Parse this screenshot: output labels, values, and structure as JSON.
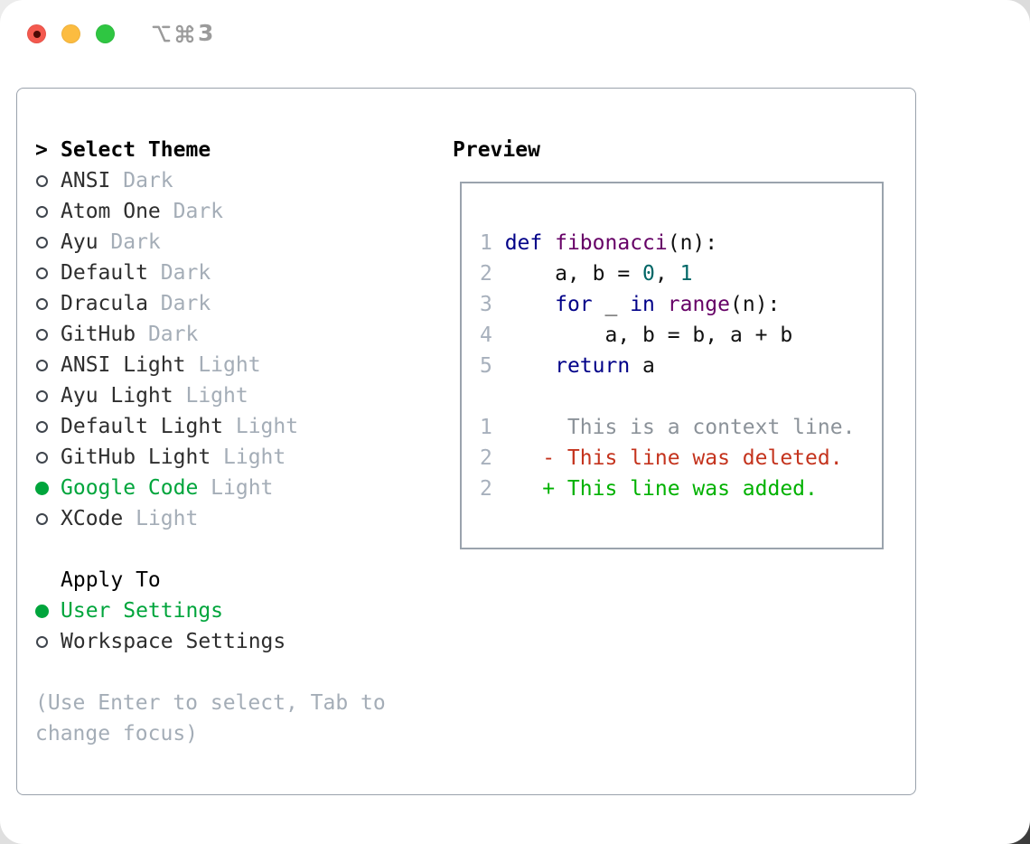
{
  "window": {
    "title_shortcut_number": "3",
    "title_icons": [
      "option-icon",
      "command-icon"
    ]
  },
  "sidebar": {
    "header": {
      "marker": ">",
      "label": "Select Theme"
    },
    "themes": [
      {
        "name": "ANSI",
        "variant": "Dark",
        "selected": false
      },
      {
        "name": "Atom One",
        "variant": "Dark",
        "selected": false
      },
      {
        "name": "Ayu",
        "variant": "Dark",
        "selected": false
      },
      {
        "name": "Default",
        "variant": "Dark",
        "selected": false
      },
      {
        "name": "Dracula",
        "variant": "Dark",
        "selected": false
      },
      {
        "name": "GitHub",
        "variant": "Dark",
        "selected": false
      },
      {
        "name": "ANSI Light",
        "variant": "Light",
        "selected": false
      },
      {
        "name": "Ayu Light",
        "variant": "Light",
        "selected": false
      },
      {
        "name": "Default Light",
        "variant": "Light",
        "selected": false
      },
      {
        "name": "GitHub Light",
        "variant": "Light",
        "selected": false
      },
      {
        "name": "Google Code",
        "variant": "Light",
        "selected": true
      },
      {
        "name": "XCode",
        "variant": "Light",
        "selected": false
      }
    ],
    "apply_to": {
      "label": "Apply To",
      "options": [
        {
          "label": "User Settings",
          "selected": true
        },
        {
          "label": "Workspace Settings",
          "selected": false
        }
      ]
    },
    "hint_lines": [
      "(Use Enter to select, Tab to",
      "change focus)"
    ]
  },
  "preview": {
    "label": "Preview",
    "code_lines": [
      {
        "num": "1",
        "segments": [
          {
            "t": " ",
            "c": "plain"
          },
          {
            "t": "def",
            "c": "kw"
          },
          {
            "t": " ",
            "c": "plain"
          },
          {
            "t": "fibonacci",
            "c": "fn"
          },
          {
            "t": "(n):",
            "c": "plain"
          }
        ]
      },
      {
        "num": "2",
        "segments": [
          {
            "t": "     a, b = ",
            "c": "plain"
          },
          {
            "t": "0",
            "c": "lit"
          },
          {
            "t": ", ",
            "c": "plain"
          },
          {
            "t": "1",
            "c": "lit"
          }
        ]
      },
      {
        "num": "3",
        "segments": [
          {
            "t": "     ",
            "c": "plain"
          },
          {
            "t": "for",
            "c": "kw"
          },
          {
            "t": " _ ",
            "c": "plain"
          },
          {
            "t": "in",
            "c": "kw"
          },
          {
            "t": " ",
            "c": "plain"
          },
          {
            "t": "range",
            "c": "fn"
          },
          {
            "t": "(n):",
            "c": "plain"
          }
        ]
      },
      {
        "num": "4",
        "segments": [
          {
            "t": "         a, b = b, a + b",
            "c": "plain"
          }
        ]
      },
      {
        "num": "5",
        "segments": [
          {
            "t": "     ",
            "c": "plain"
          },
          {
            "t": "return",
            "c": "kw"
          },
          {
            "t": " a",
            "c": "plain"
          }
        ]
      },
      {
        "num": "",
        "segments": []
      },
      {
        "num": "1",
        "segments": [
          {
            "t": "      This is a context line.",
            "c": "ctx"
          }
        ]
      },
      {
        "num": "2",
        "segments": [
          {
            "t": "    - This line was deleted.",
            "c": "del"
          }
        ]
      },
      {
        "num": "2",
        "segments": [
          {
            "t": "    + This line was added.",
            "c": "add"
          }
        ]
      }
    ]
  },
  "colors": {
    "sel-green": "#00a53c",
    "diff-add": "#00b100",
    "diff-del": "#c4331d",
    "kw": "#000088",
    "fn": "#660066",
    "lit": "#006666",
    "ink": "#2e2e2e",
    "muted": "#a4adb7",
    "ctx": "#8b9299",
    "ln": "#a7b0bc",
    "border": "#9aa2ac",
    "pborder": "#9aa3ad",
    "title-gray": "#9b9b9b",
    "light-red": "#f4594e",
    "light-yellow": "#fcbc40",
    "light-green": "#2fc642"
  }
}
